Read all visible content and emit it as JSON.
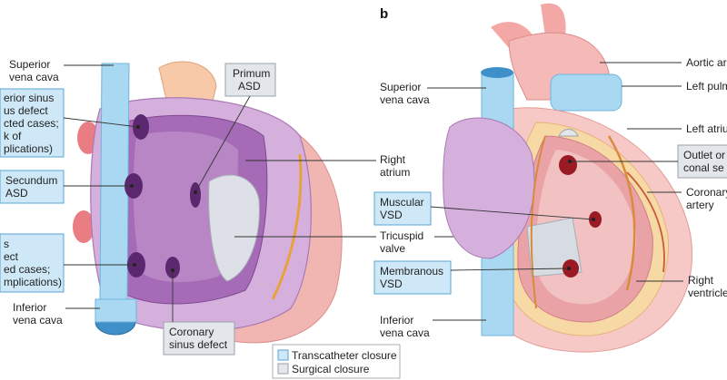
{
  "panel_b": "b",
  "colors": {
    "transcatheter": "#cfe8f7",
    "surgical": "#e3e6ea",
    "atrium": "#c99bd3",
    "vena_cava": "#a9d8f2",
    "ventricle": "#e9a3a6"
  },
  "left_labels": {
    "superior_vena_cava": [
      "Superior",
      "vena cava"
    ],
    "superior_sinus": [
      "erior sinus",
      "us defect",
      "cted cases;",
      "k of",
      "plications)"
    ],
    "secundum": [
      "Secundum",
      "ASD"
    ],
    "inferior_sinus": [
      "s",
      "ect",
      "ed cases;",
      "mplications)"
    ],
    "inferior_vena_cava": [
      "Inferior",
      "vena cava"
    ],
    "primum": [
      "Primum",
      "ASD"
    ],
    "coronary_sinus": [
      "Coronary",
      "sinus defect"
    ],
    "right_atrium": [
      "Right",
      "atrium"
    ]
  },
  "right_labels": {
    "superior_vena_cava": [
      "Superior",
      "vena cava"
    ],
    "muscular_vsd": [
      "Muscular",
      "VSD"
    ],
    "tricuspid_valve": [
      "Tricuspid",
      "valve"
    ],
    "membranous_vsd": [
      "Membranous",
      "VSD"
    ],
    "inferior_vena_cava": [
      "Inferior",
      "vena cava"
    ],
    "aortic_arch": [
      "Aortic ar"
    ],
    "left_pulm": [
      "Left pulm"
    ],
    "left_atrium": [
      "Left atriu"
    ],
    "outlet": [
      "Outlet or",
      "conal se"
    ],
    "coronary_artery": [
      "Coronary",
      "artery"
    ],
    "right_ventricle": [
      "Right",
      "ventricle"
    ]
  },
  "legend": {
    "transcatheter": "Transcatheter closure",
    "surgical": "Surgical closure"
  }
}
